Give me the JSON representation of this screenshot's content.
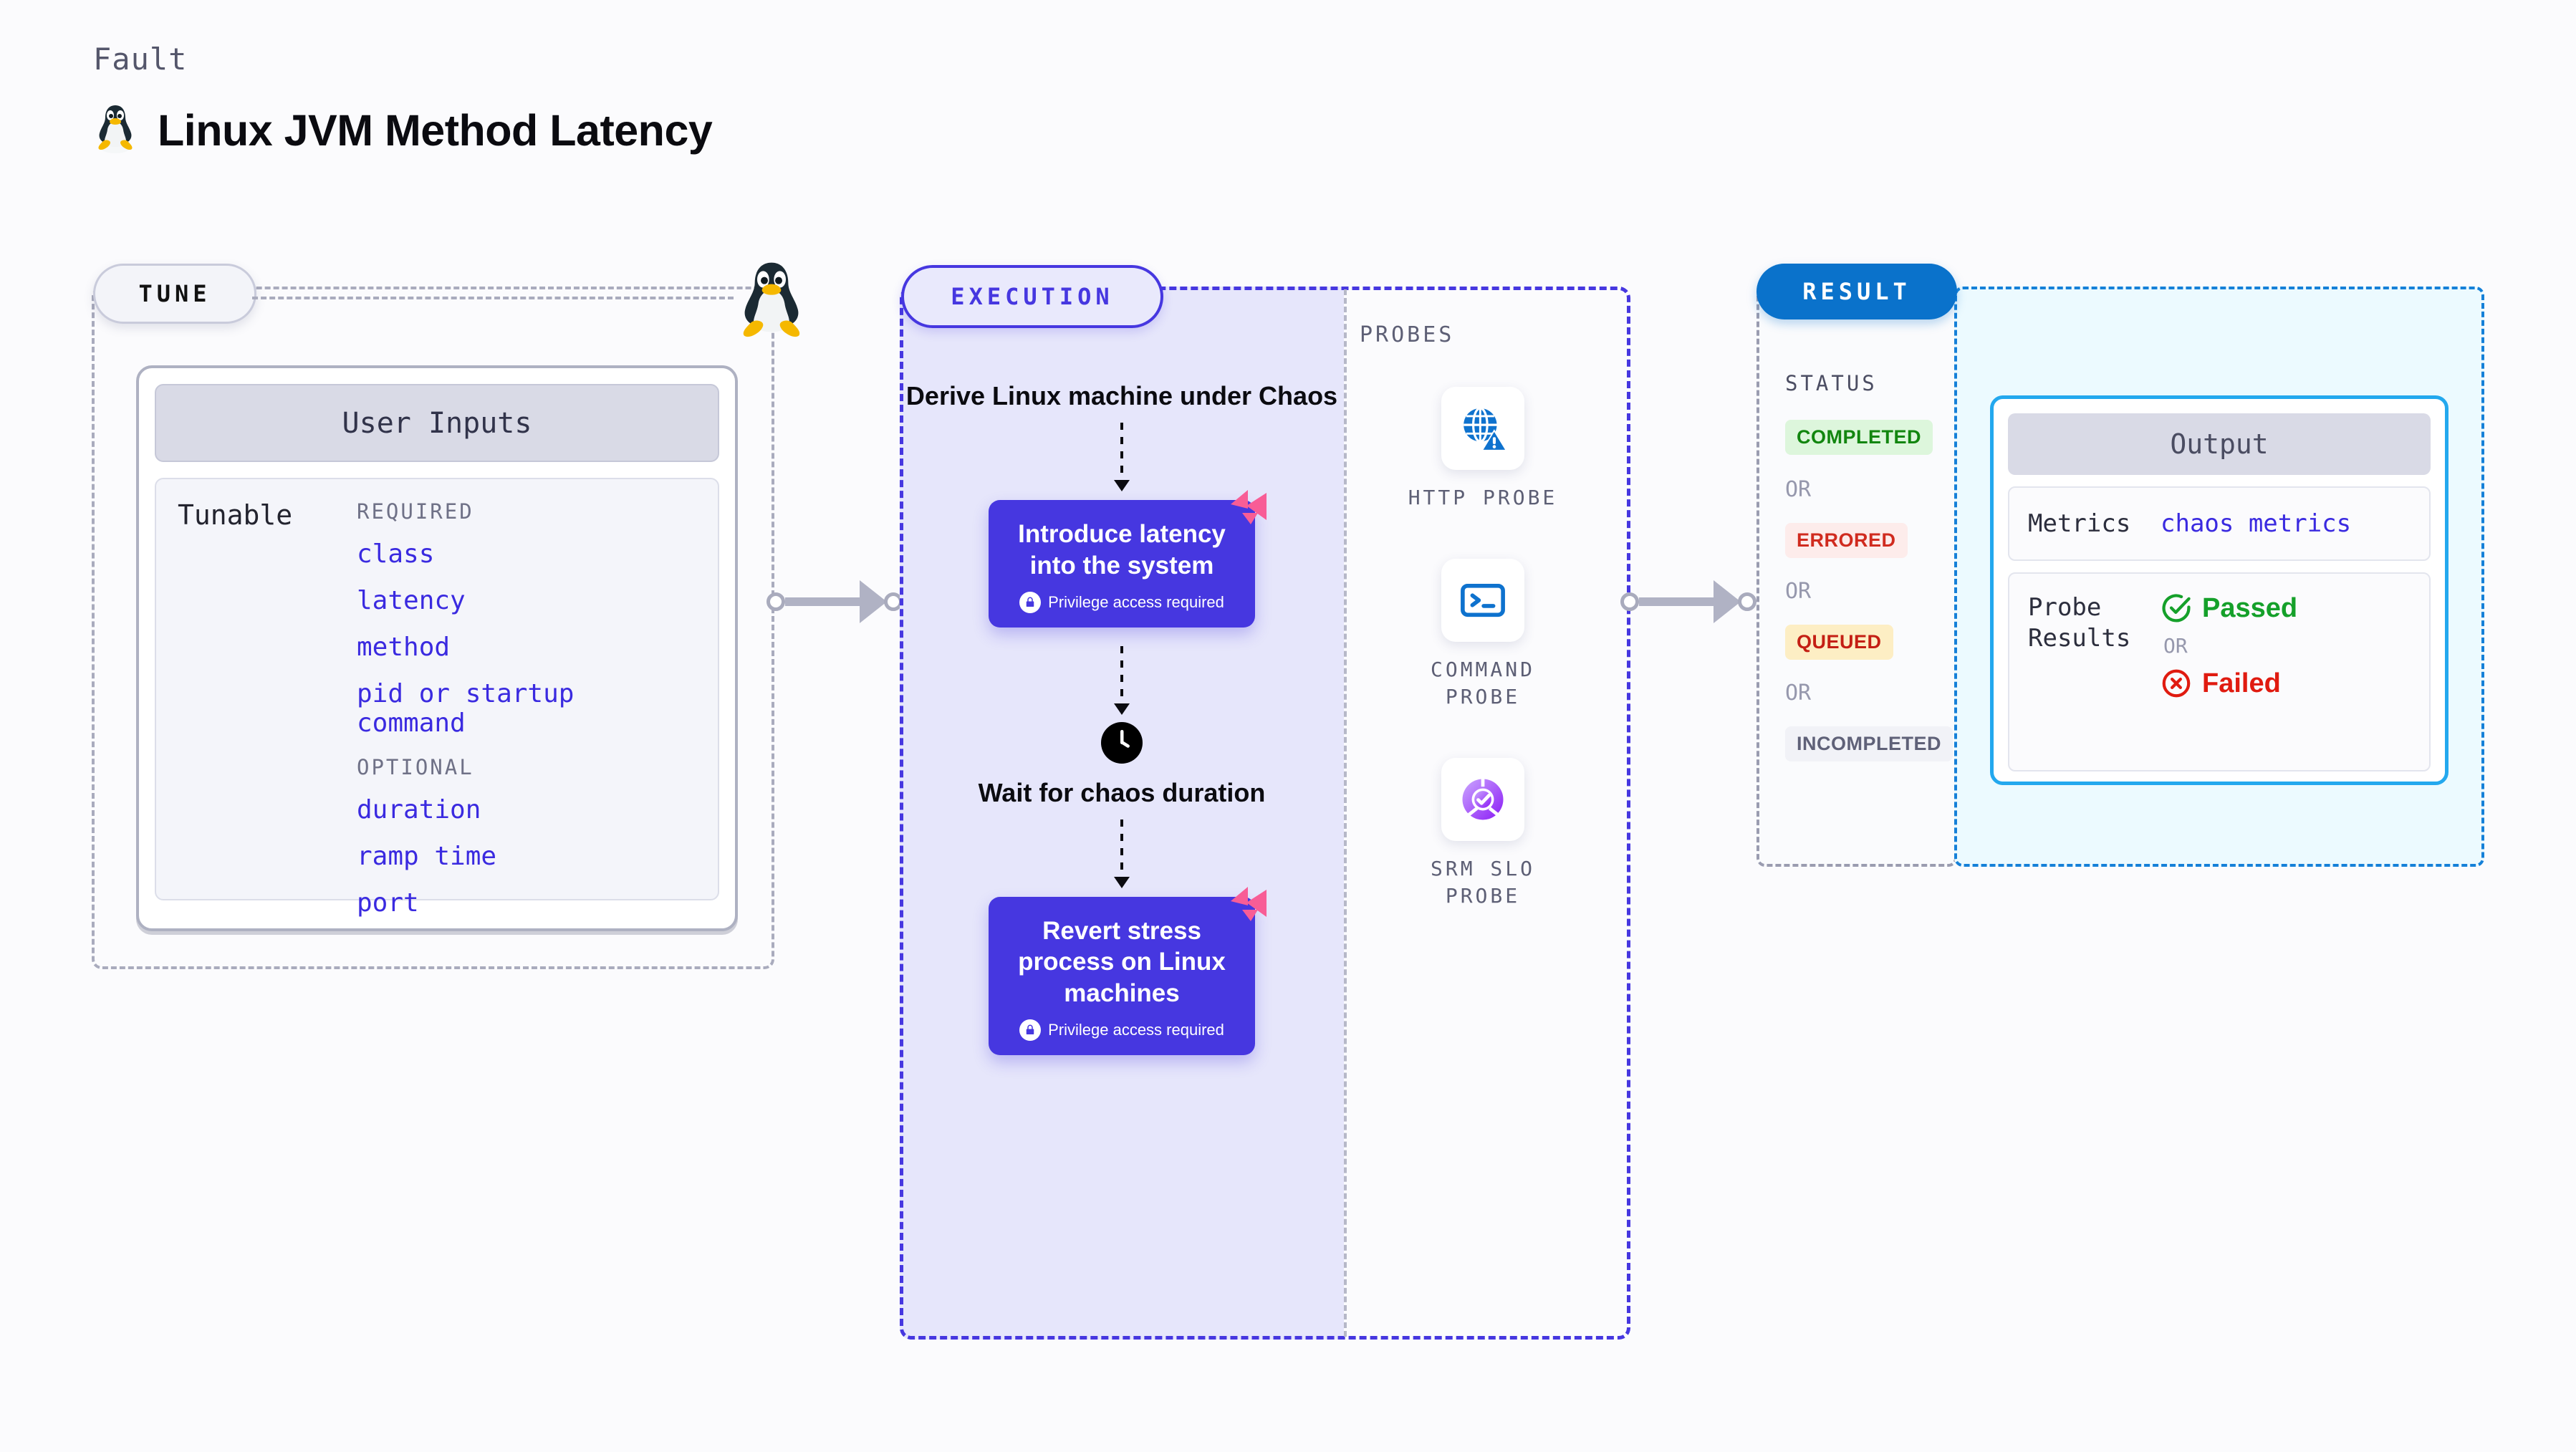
{
  "header": {
    "kicker": "Fault",
    "title": "Linux JVM Method Latency",
    "icon": "linux-tux-icon"
  },
  "tune": {
    "pill_label": "TUNE",
    "corner_icon": "linux-tux-icon",
    "card": {
      "title": "User Inputs",
      "row_label": "Tunable",
      "groups": [
        {
          "heading": "REQUIRED",
          "items": [
            "class",
            "latency",
            "method",
            "pid or startup command"
          ]
        },
        {
          "heading": "OPTIONAL",
          "items": [
            "duration",
            "ramp time",
            "port"
          ]
        }
      ]
    }
  },
  "execution": {
    "pill_label": "EXECUTION",
    "steps": [
      {
        "type": "text",
        "label": "Derive Linux machine under Chaos"
      },
      {
        "type": "card",
        "label": "Introduce latency into the system",
        "privilege": "Privilege access required",
        "badge_icon": "litmus-chaos-icon",
        "lock_icon": "lock-icon"
      },
      {
        "type": "text",
        "label": "Wait for chaos duration",
        "icon": "clock-icon"
      },
      {
        "type": "card",
        "label": "Revert stress process on Linux machines",
        "privilege": "Privilege access required",
        "badge_icon": "litmus-chaos-icon",
        "lock_icon": "lock-icon"
      }
    ]
  },
  "probes": {
    "section_label": "PROBES",
    "items": [
      {
        "label": "HTTP PROBE",
        "icon": "globe-warning-icon"
      },
      {
        "label": "COMMAND PROBE",
        "icon": "terminal-icon"
      },
      {
        "label": "SRM SLO PROBE",
        "icon": "slo-donut-icon"
      }
    ]
  },
  "result": {
    "pill_label": "RESULT",
    "status_label": "STATUS",
    "or_label": "OR",
    "statuses": [
      {
        "label": "COMPLETED",
        "bg": "#ddf6dc",
        "fg": "#12860f"
      },
      {
        "label": "ERRORED",
        "bg": "#fdeceb",
        "fg": "#d02b1f"
      },
      {
        "label": "QUEUED",
        "bg": "#fdeec4",
        "fg": "#c41f14"
      },
      {
        "label": "INCOMPLETED",
        "bg": "#f1f2f7",
        "fg": "#5f6178"
      }
    ],
    "output": {
      "title": "Output",
      "metrics_key": "Metrics",
      "metrics_value": "chaos metrics",
      "probe_key": "Probe Results",
      "passed_label": "Passed",
      "failed_label": "Failed",
      "or_label": "OR",
      "passed_icon": "check-circle-icon",
      "failed_icon": "x-circle-icon",
      "passed_color": "#15a02a",
      "failed_color": "#e01b10"
    }
  },
  "colors": {
    "accent_purple": "#4637e0",
    "accent_blue": "#0a72cb",
    "chaos_pink": "#f85d96",
    "tunable_link": "#3a2ae0"
  }
}
